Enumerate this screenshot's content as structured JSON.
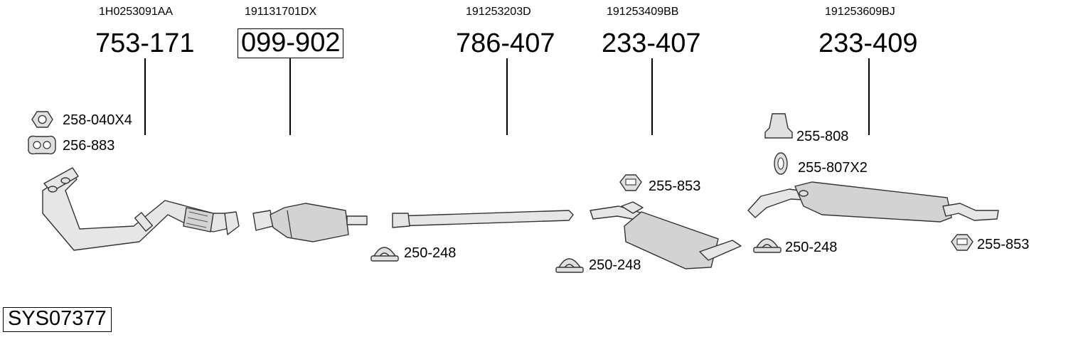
{
  "system_code": "SYS07377",
  "parts": [
    {
      "oem": "1H0253091AA",
      "number": "753-171",
      "boxed": false
    },
    {
      "oem": "191131701DX",
      "number": "099-902",
      "boxed": true
    },
    {
      "oem": "191253203D",
      "number": "786-407",
      "boxed": false
    },
    {
      "oem": "191253409BB",
      "number": "233-407",
      "boxed": false
    },
    {
      "oem": "191253609BJ",
      "number": "233-409",
      "boxed": false
    }
  ],
  "accessories": [
    {
      "label": "258-040X4",
      "icon": "hex-nut-icon"
    },
    {
      "label": "256-883",
      "icon": "flange-gasket-icon"
    },
    {
      "label": "250-248",
      "icon": "pipe-clamp-icon"
    },
    {
      "label": "250-248",
      "icon": "pipe-clamp-icon"
    },
    {
      "label": "255-853",
      "icon": "rubber-mount-icon"
    },
    {
      "label": "255-808",
      "icon": "rubber-buffer-icon"
    },
    {
      "label": "255-807X2",
      "icon": "rubber-ring-icon"
    },
    {
      "label": "250-248",
      "icon": "pipe-clamp-icon"
    },
    {
      "label": "255-853",
      "icon": "rubber-mount-icon"
    }
  ]
}
